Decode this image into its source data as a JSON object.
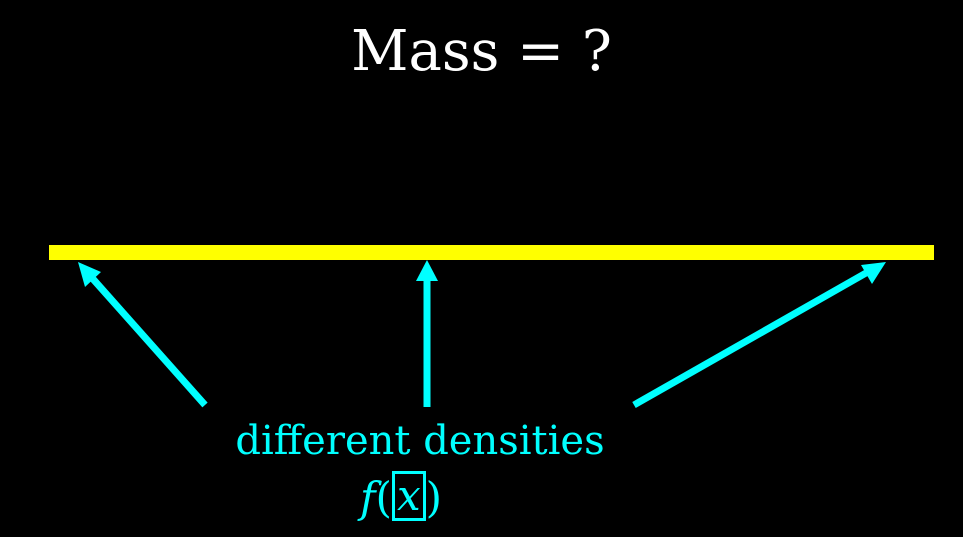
{
  "colors": {
    "background": "#000000",
    "title": "#ffffff",
    "rod": "#ffff00",
    "accent": "#00ffff"
  },
  "title": "Mass = ?",
  "caption": "different densities",
  "function": {
    "name": "f",
    "open": "(",
    "variable": "x",
    "close": ")"
  },
  "icons": [
    "arrow-left-up-icon",
    "arrow-up-icon",
    "arrow-right-up-icon"
  ]
}
